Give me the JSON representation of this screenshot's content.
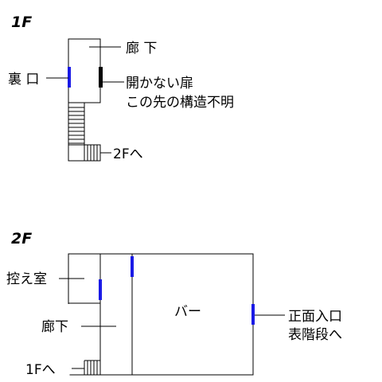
{
  "colors": {
    "door": "#1a1ae6",
    "locked_door": "#000000",
    "line": "#000000",
    "background": "#ffffff"
  },
  "floor1": {
    "title": "1F",
    "labels": {
      "corridor": "廊 下",
      "back_entrance": "裏 口",
      "locked_door_line1": "開かない扉",
      "locked_door_line2": "この先の構造不明",
      "stairs_up": "2Fへ"
    }
  },
  "floor2": {
    "title": "2F",
    "labels": {
      "waiting_room": "控え室",
      "corridor": "廊下",
      "bar": "バー",
      "front_entrance_line1": "正面入口",
      "front_entrance_line2": "表階段へ",
      "stairs_down": "1Fへ"
    }
  }
}
